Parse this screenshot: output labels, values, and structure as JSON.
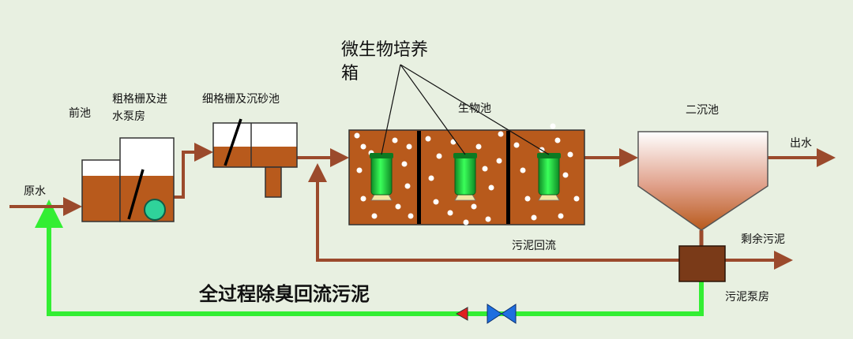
{
  "labels": {
    "raw_water": "原水",
    "front_tank": "前池",
    "coarse_screen_line1": "粗格栅及进",
    "coarse_screen_line2": "水泵房",
    "fine_screen": "细格栅及沉砂池",
    "microbe_box_line1": "微生物培养",
    "microbe_box_line2": "箱",
    "bio_tank": "生物池",
    "secondary_clarifier": "二沉池",
    "effluent": "出水",
    "sludge_return": "污泥回流",
    "excess_sludge": "剩余污泥",
    "sludge_pump_house": "污泥泵房",
    "deodor_return": "全过程除臭回流污泥"
  },
  "colors": {
    "background": "#e8f0e1",
    "pipe_brown": "#9b4a2c",
    "sludge_fill": "#b85a1c",
    "green_pipe": "#33ee33",
    "device_green": "#19c93a",
    "valve_blue": "#1e6ee0",
    "check_red": "#e02020",
    "pump_box": "#7a3a18"
  }
}
